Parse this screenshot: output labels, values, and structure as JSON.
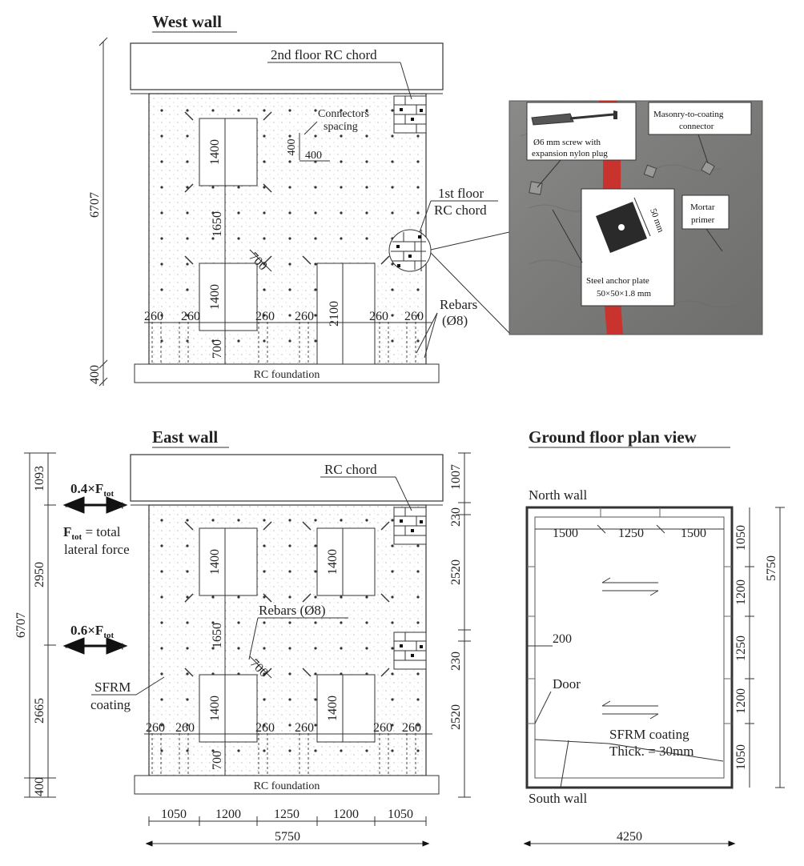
{
  "west_wall": {
    "title": "West wall",
    "height_total": "6707",
    "height_foundation": "400",
    "chord_2nd": "2nd floor RC chord",
    "chord_1st_line1": "1st floor",
    "chord_1st_line2": "RC chord",
    "connectors_line1": "Connectors",
    "connectors_line2": "spacing",
    "spacing_v": "400",
    "spacing_h": "400",
    "win_upper": "1400",
    "win_lower": "1400",
    "pier": "1650",
    "pier_diag": "700",
    "sill": "700",
    "door": "2100",
    "rebar_spacing": "260",
    "rebars_line1": "Rebars",
    "rebars_line2": "(Ø8)",
    "foundation": "RC foundation"
  },
  "photo": {
    "screw_line1": "Ø6 mm screw with",
    "screw_line2": "expansion nylon plug",
    "connector_line1": "Masonry-to-coating",
    "connector_line2": "connector",
    "primer_line1": "Mortar",
    "primer_line2": "primer",
    "plate_line1": "Steel anchor plate",
    "plate_line2": "50×50×1.8 mm",
    "plate_dim": "50 mm"
  },
  "east_wall": {
    "title": "East wall",
    "height_total": "6707",
    "seg_top": "1093",
    "seg_mid": "2950",
    "seg_low": "2665",
    "seg_found": "400",
    "r_seg1": "1007",
    "r_seg2": "230",
    "r_seg3": "2520",
    "r_seg4": "230",
    "r_seg5": "2520",
    "force_top_coef": "0.4×F",
    "force_bot_coef": "0.6×F",
    "force_sub": "tot",
    "ftot_sym": "F",
    "ftot_rest": " = total",
    "ftot_line2": "lateral force",
    "sfrm_line1": "SFRM",
    "sfrm_line2": "coating",
    "chord": "RC chord",
    "rebars": "Rebars (Ø8)",
    "win": "1400",
    "pier": "1650",
    "pier_diag": "700",
    "sill": "700",
    "rebar_spacing": "260",
    "foundation": "RC foundation",
    "bottom_dims": [
      "1050",
      "1200",
      "1250",
      "1200",
      "1050"
    ],
    "width_total": "5750"
  },
  "plan": {
    "title": "Ground floor plan view",
    "north": "North wall",
    "south": "South wall",
    "top_dims": [
      "1500",
      "1250",
      "1500"
    ],
    "right_dims": [
      "1050",
      "1200",
      "1250",
      "1200",
      "1050"
    ],
    "right_total": "5750",
    "bottom_total": "4250",
    "pier": "200",
    "door": "Door",
    "sfrm_line1": "SFRM coating",
    "sfrm_line2": "Thick. = 30mm"
  }
}
